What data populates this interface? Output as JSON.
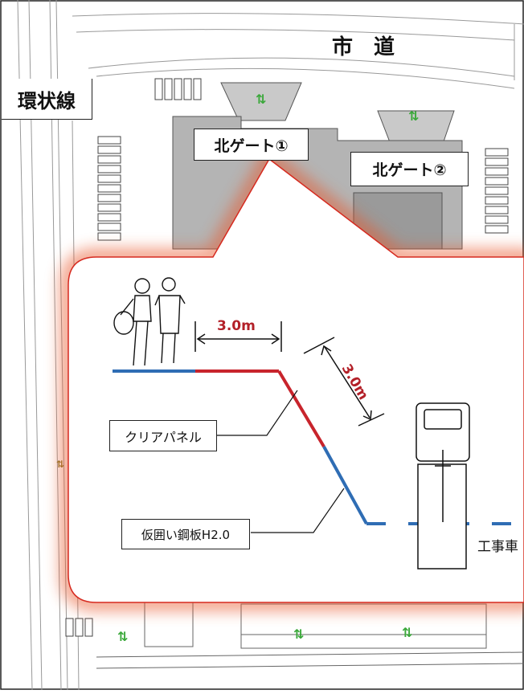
{
  "map_labels": {
    "road_city": "市　道",
    "ring_road": "環状線",
    "north_gate_1": "北ゲート①",
    "north_gate_2": "北ゲート②"
  },
  "callout": {
    "dim_horizontal": "3.0m",
    "dim_diagonal": "3.0m",
    "clear_panel": "クリアパネル",
    "fence_steel": "仮囲い鋼板H2.0",
    "construction_vehicle": "工事車"
  },
  "colors": {
    "clear_panel_line": "#c8242c",
    "fence_line": "#2f6db4",
    "dimension_text": "#b32028",
    "callout_glow": "#e8562a",
    "building": "#b4b4b4",
    "arrow_green": "#3aa83a"
  }
}
